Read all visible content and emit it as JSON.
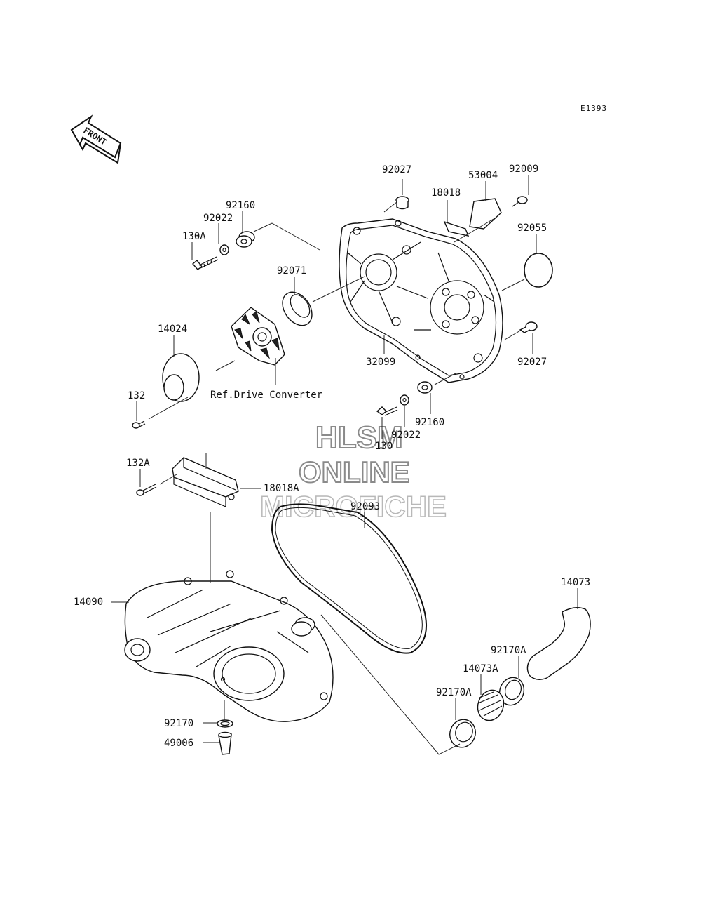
{
  "diagram": {
    "code": "E1393",
    "front_arrow_label": "FRONT",
    "reference_note": "Ref.Drive Converter",
    "watermark": [
      "HLSM",
      "ONLINE",
      "MICROFICHE"
    ],
    "labels": {
      "p92027_top": "92027",
      "p53004": "53004",
      "p92009": "92009",
      "p18018": "18018",
      "p92160_top": "92160",
      "p92022_top": "92022",
      "p130A": "130A",
      "p92055": "92055",
      "p92071": "92071",
      "p14024": "14024",
      "p32099": "32099",
      "p92027_right": "92027",
      "p132": "132",
      "p92160_mid": "92160",
      "p92022_mid": "92022",
      "p130": "130",
      "p132A": "132A",
      "p18018A": "18018A",
      "p92093": "92093",
      "p14090": "14090",
      "p14073": "14073",
      "p92170A_top": "92170A",
      "p14073A": "14073A",
      "p92170A_low": "92170A",
      "p92170": "92170",
      "p49006": "49006"
    }
  }
}
